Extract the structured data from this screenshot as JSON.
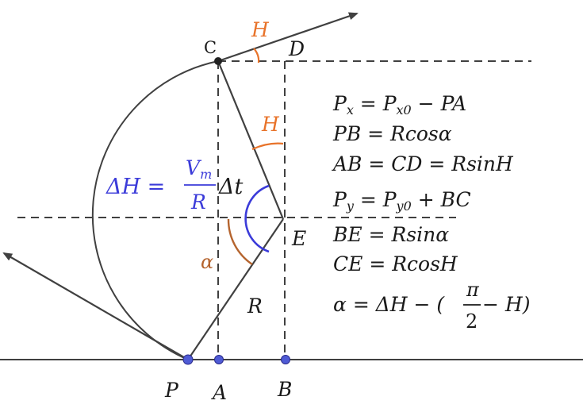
{
  "points": {
    "C": "C",
    "D": "D",
    "E": "E",
    "P": "P",
    "A": "A",
    "B": "B"
  },
  "segment_labels": {
    "R": "R"
  },
  "angles": {
    "H_top": "H",
    "H_mid": "H",
    "alpha": "α"
  },
  "delta_formula": {
    "lhs": "ΔH =",
    "num_main": "V",
    "num_sub": "m",
    "den": "R",
    "rhs": "Δt"
  },
  "equations": {
    "px": {
      "lhs": "P",
      "lhs_sub": "x",
      "eq": " = P",
      "eq_sub": "x0",
      "tail": " − PA"
    },
    "pb": "PB = Rcosα",
    "ab": "AB = CD = RsinH",
    "py": {
      "lhs": "P",
      "lhs_sub": "y",
      "eq": " = P",
      "eq_sub": "y0",
      "tail": " + BC"
    },
    "be": "BE = Rsinα",
    "ce": "CE = RcosH",
    "alpha": {
      "head": "α = ΔH − (",
      "num": "π",
      "den": "2",
      "tail": " − H)"
    }
  },
  "colors": {
    "line": "#404040",
    "orange": "#e8732a",
    "blue": "#3b3bd9",
    "brown": "#b5642e",
    "point": "#4f5bd5",
    "text": "#1a1a1a"
  }
}
